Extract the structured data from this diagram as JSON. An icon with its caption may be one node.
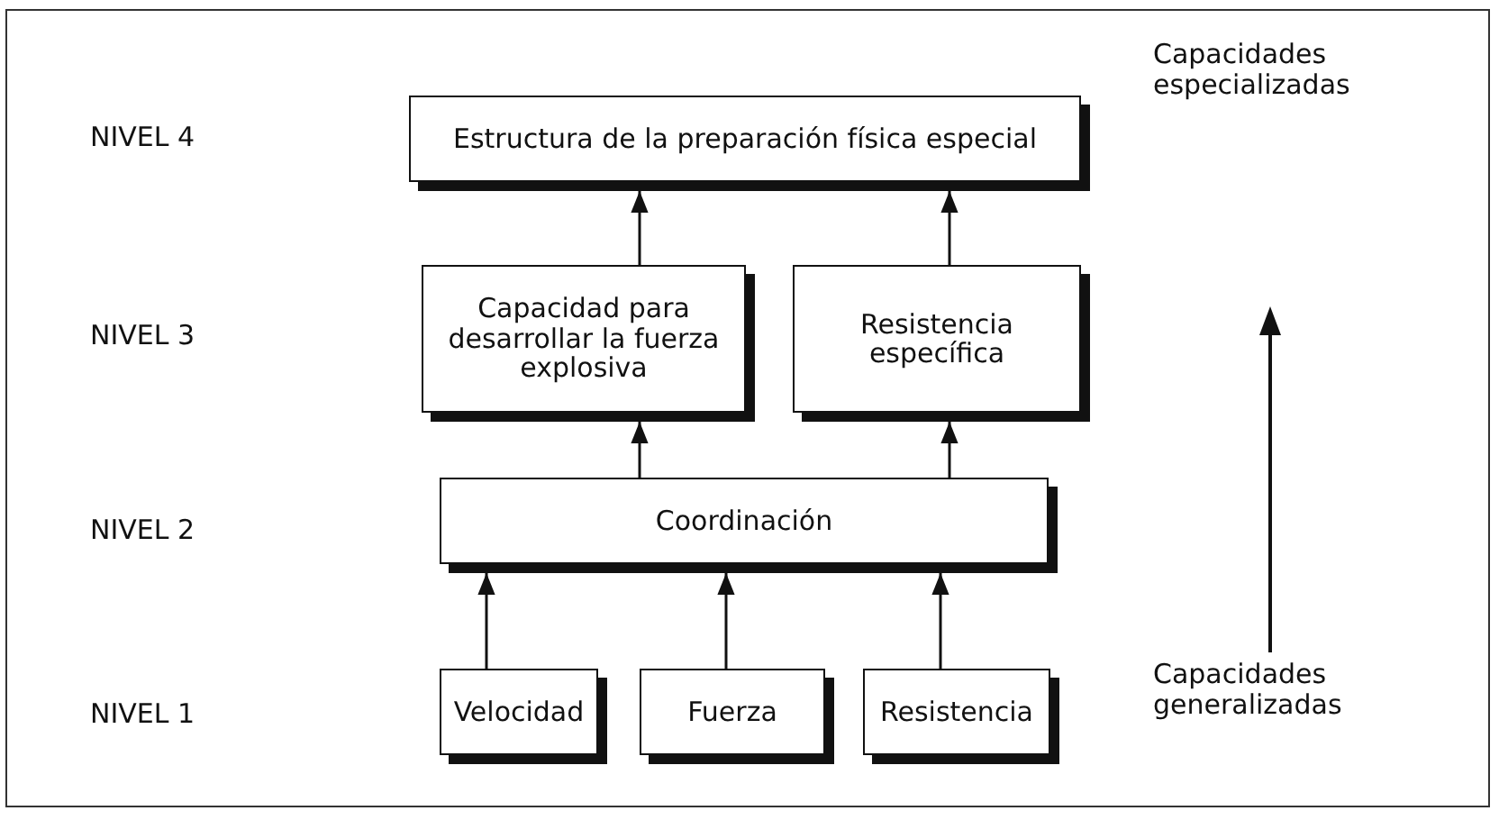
{
  "diagram": {
    "nodes": [
      {
        "text": [
          "Estructura de la preparación física especial"
        ]
      },
      {
        "text": [
          "Capacidad para desarrollar la fuerza explosiva"
        ]
      },
      {
        "text": [
          "Resistencia específica"
        ]
      },
      {
        "text": [
          "Coordinación"
        ]
      },
      {
        "text": [
          "Velocidad"
        ]
      },
      {
        "text": [
          "Fuerza"
        ]
      },
      {
        "text": [
          "Resistencia"
        ]
      }
    ],
    "edges": [
      {
        "from": 4,
        "to": 3,
        "arrow": "to"
      },
      {
        "from": 5,
        "to": 3,
        "arrow": "to"
      },
      {
        "from": 6,
        "to": 3,
        "arrow": "to"
      },
      {
        "from": 3,
        "to": 1,
        "arrow": "to"
      },
      {
        "from": 3,
        "to": 2,
        "arrow": "to"
      },
      {
        "from": 1,
        "to": 0,
        "arrow": "to"
      },
      {
        "from": 2,
        "to": 0,
        "arrow": "to"
      }
    ],
    "labels": [
      "NIVEL 4",
      "Capacidades especializadas",
      "NIVEL 3",
      "NIVEL 2",
      "NIVEL 1",
      "Capacidades generalizadas"
    ]
  }
}
